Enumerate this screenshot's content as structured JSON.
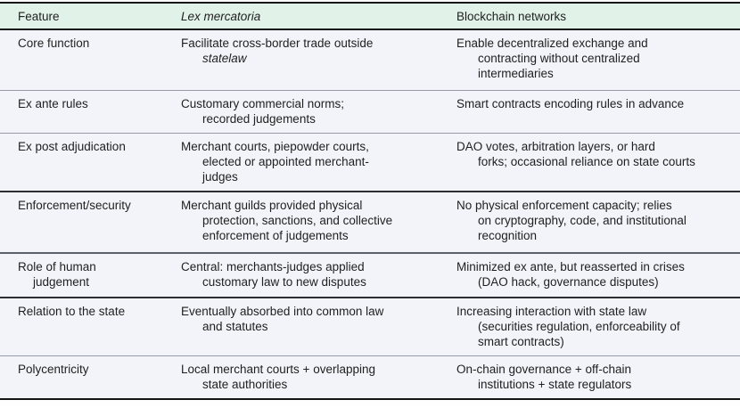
{
  "colors": {
    "header_bg": "#e1f3e9",
    "body_bg": "#f2f4fa",
    "rule_dark": "#141414",
    "rule_gray": "#959ba7",
    "text": "#1f1f1f"
  },
  "table": {
    "header": {
      "feature": "Feature",
      "lex": "Lex mercatoria",
      "blockchain": "Blockchain networks"
    },
    "rows": [
      {
        "feature": "Core function",
        "lex_main": "Facilitate cross-border trade outside\n",
        "lex_italic": "statelaw",
        "blockchain": "Enable decentralized exchange and\ncontracting without centralized\nintermediaries"
      },
      {
        "feature": "Ex ante rules",
        "lex": "Customary commercial norms;\nrecorded judgements",
        "blockchain": "Smart contracts encoding rules in advance"
      },
      {
        "feature": "Ex post adjudication",
        "lex": "Merchant courts, piepowder courts,\nelected or appointed merchant-\njudges",
        "blockchain": "DAO votes, arbitration layers, or hard\nforks; occasional reliance on state courts"
      },
      {
        "feature": "Enforcement/security",
        "lex": "Merchant guilds provided physical\nprotection, sanctions, and collective\nenforcement of judgements",
        "blockchain": "No physical enforcement capacity; relies\non cryptography, code, and institutional\nrecognition"
      },
      {
        "feature": "Role of human\njudgement",
        "lex": "Central: merchants-judges applied\ncustomary law to new disputes",
        "blockchain": "Minimized ex ante, but reasserted in crises\n(DAO hack, governance disputes)"
      },
      {
        "feature": "Relation to the state",
        "lex": "Eventually absorbed into common law\nand statutes",
        "blockchain": "Increasing interaction with state law\n(securities regulation, enforceability of\nsmart contracts)"
      },
      {
        "feature": "Polycentricity",
        "lex": "Local merchant courts + overlapping\nstate authorities",
        "blockchain": "On-chain governance + off-chain\ninstitutions + state regulators"
      }
    ]
  }
}
